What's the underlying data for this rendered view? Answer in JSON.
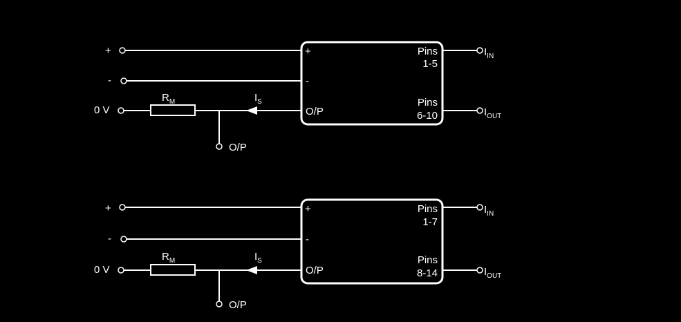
{
  "colors": {
    "background": "#000000",
    "foreground": "#ffffff"
  },
  "circuits": [
    {
      "terminal_plus": "+",
      "terminal_minus": "-",
      "terminal_zero": "0 V",
      "resistor": {
        "letter": "R",
        "sub": "M"
      },
      "current": {
        "letter": "I",
        "sub": "S"
      },
      "tap_label": "O/P",
      "box_in_plus": "+",
      "box_in_minus": "-",
      "box_in_op": "O/P",
      "pins_top_label": "Pins",
      "pins_top_range": "1-5",
      "pins_bottom_label": "Pins",
      "pins_bottom_range": "6-10",
      "out_top": {
        "letter": "I",
        "sub": "IN"
      },
      "out_bottom": {
        "letter": "I",
        "sub": "OUT"
      }
    },
    {
      "terminal_plus": "+",
      "terminal_minus": "-",
      "terminal_zero": "0 V",
      "resistor": {
        "letter": "R",
        "sub": "M"
      },
      "current": {
        "letter": "I",
        "sub": "S"
      },
      "tap_label": "O/P",
      "box_in_plus": "+",
      "box_in_minus": "-",
      "box_in_op": "O/P",
      "pins_top_label": "Pins",
      "pins_top_range": "1-7",
      "pins_bottom_label": "Pins",
      "pins_bottom_range": "8-14",
      "out_top": {
        "letter": "I",
        "sub": "IN"
      },
      "out_bottom": {
        "letter": "I",
        "sub": "OUT"
      }
    }
  ]
}
